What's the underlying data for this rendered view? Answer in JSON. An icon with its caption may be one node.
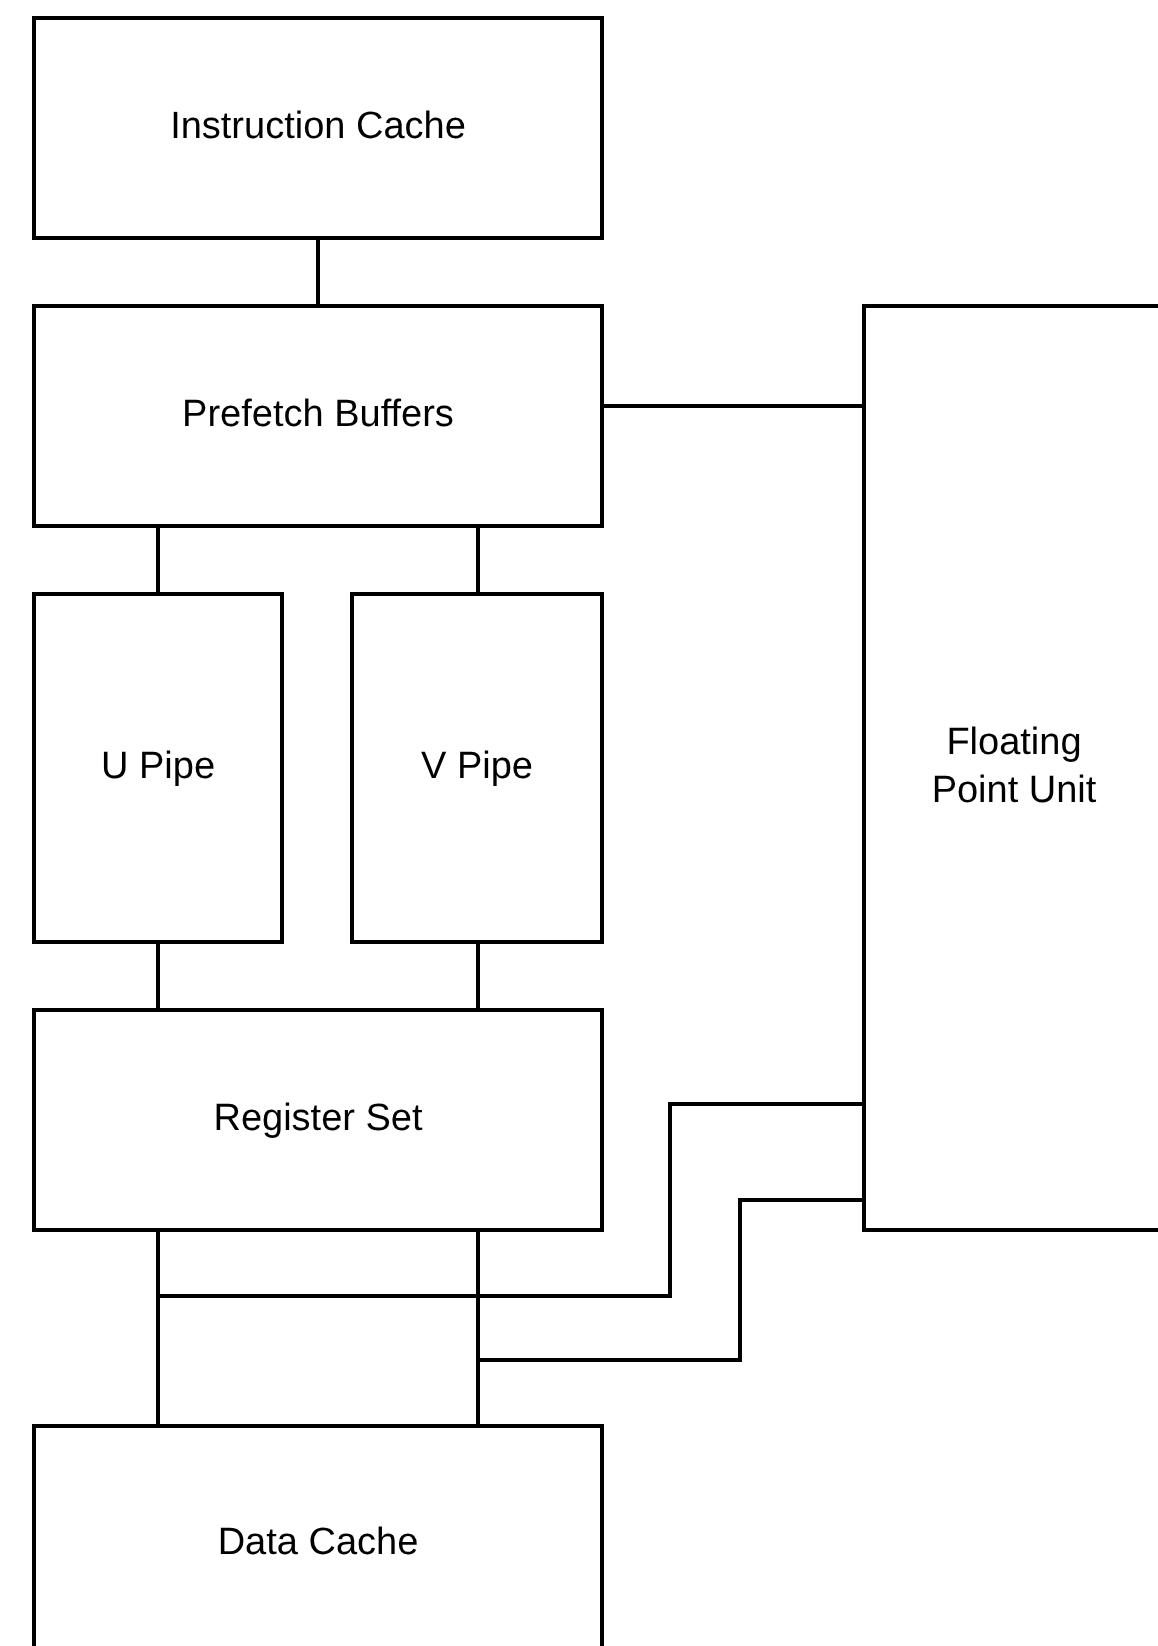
{
  "diagram": {
    "nodes": [
      {
        "text": [
          "Instruction Cache"
        ]
      },
      {
        "text": [
          "Prefetch Buffers"
        ]
      },
      {
        "text": [
          "U Pipe"
        ]
      },
      {
        "text": [
          "V Pipe"
        ]
      },
      {
        "text": [
          "Register Set"
        ]
      },
      {
        "text": [
          "Data Cache"
        ]
      },
      {
        "text": [
          "Floating Point Unit"
        ]
      }
    ],
    "edges": [
      {
        "from": 0,
        "to": 1,
        "arrow": "none"
      },
      {
        "from": 1,
        "to": 6,
        "arrow": "none"
      },
      {
        "from": 1,
        "to": 2,
        "arrow": "none"
      },
      {
        "from": 1,
        "to": 3,
        "arrow": "none"
      },
      {
        "from": 2,
        "to": 4,
        "arrow": "none"
      },
      {
        "from": 3,
        "to": 4,
        "arrow": "none"
      },
      {
        "from": 4,
        "to": 5,
        "arrow": "none"
      },
      {
        "from": 4,
        "to": 5,
        "arrow": "none"
      },
      {
        "from": 6,
        "to": 5,
        "arrow": "none"
      },
      {
        "from": 6,
        "to": 5,
        "arrow": "none"
      }
    ]
  }
}
